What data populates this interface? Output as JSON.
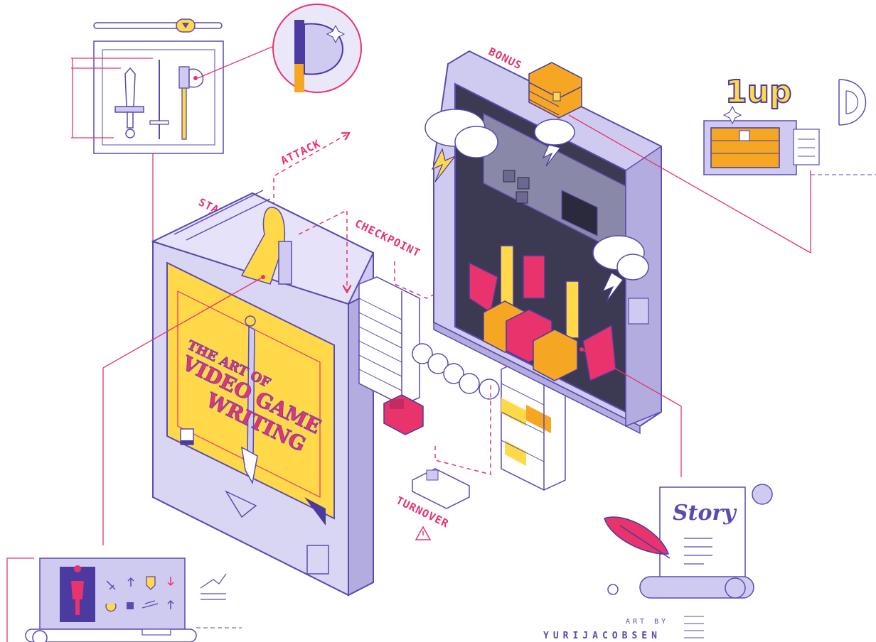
{
  "labels": {
    "bonus": "BONUS",
    "attack": "ATTACK",
    "start": "START",
    "checkpoint": "CHECKPOINT",
    "turnover": "TURNOVER"
  },
  "cartridge_title": {
    "line1": "THE ART OF",
    "line2": "VIDEO GAME",
    "line3": "WRITING"
  },
  "oneup": "1up",
  "scroll_text": "Story",
  "credit": {
    "line1": "ART BY",
    "line2": "YURIJACOBSEN"
  },
  "colors": {
    "accent": "#e8336d",
    "lavender": "#cfcbf0",
    "purple": "#4b3aa0",
    "yellow": "#ffd94a",
    "orange": "#f5a623"
  }
}
